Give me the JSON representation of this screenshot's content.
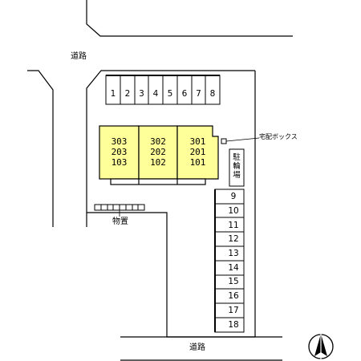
{
  "roads": {
    "top_label": "道路",
    "bottom_label": "道路"
  },
  "building": {
    "units": [
      {
        "floors": [
          "303",
          "203",
          "103"
        ]
      },
      {
        "floors": [
          "302",
          "202",
          "102"
        ]
      },
      {
        "floors": [
          "301",
          "201",
          "101"
        ]
      }
    ],
    "fill_color": "#ffff99"
  },
  "delivery_box_label": "宅配ボックス",
  "parking_top": [
    "1",
    "2",
    "3",
    "4",
    "5",
    "6",
    "7",
    "8"
  ],
  "parking_right": [
    "9",
    "10",
    "11",
    "12",
    "13",
    "14",
    "15",
    "16",
    "17",
    "18"
  ],
  "bike_parking": [
    "駐",
    "輪",
    "場"
  ],
  "storage_label": "物置",
  "north_arrow_icon": "north-arrow-icon"
}
